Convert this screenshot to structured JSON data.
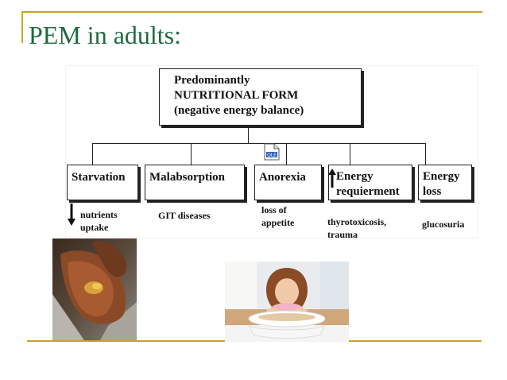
{
  "slide": {
    "title": "PEM in adults:"
  },
  "diagram": {
    "top_box": {
      "line1": "Predominantly",
      "line2": "NUTRITIONAL FORM",
      "line3": "(negative energy balance)"
    },
    "categories": [
      {
        "label": "Starvation",
        "detail_line1": "nutrients",
        "detail_line2": "uptake"
      },
      {
        "label": "Malabsorption",
        "detail_line1": "GIT diseases"
      },
      {
        "label": "Anorexia",
        "detail_line1": "loss of",
        "detail_line2": "appetite"
      },
      {
        "label_line1": "Energy",
        "label_line2": "requierment",
        "detail_line1": "thyrotoxicosis,",
        "detail_line2": "trauma"
      },
      {
        "label_line1": "Energy",
        "label_line2": "loss",
        "detail_line1": "glucosuria"
      }
    ],
    "ole_icon_text": "OLE"
  },
  "images": {
    "left_photo": "hands-holding-grain-photo",
    "right_photo": "girl-refusing-food-photo"
  },
  "colors": {
    "title": "#1f6a3e",
    "accent_line": "#c9a227",
    "box_border": "#222222"
  }
}
